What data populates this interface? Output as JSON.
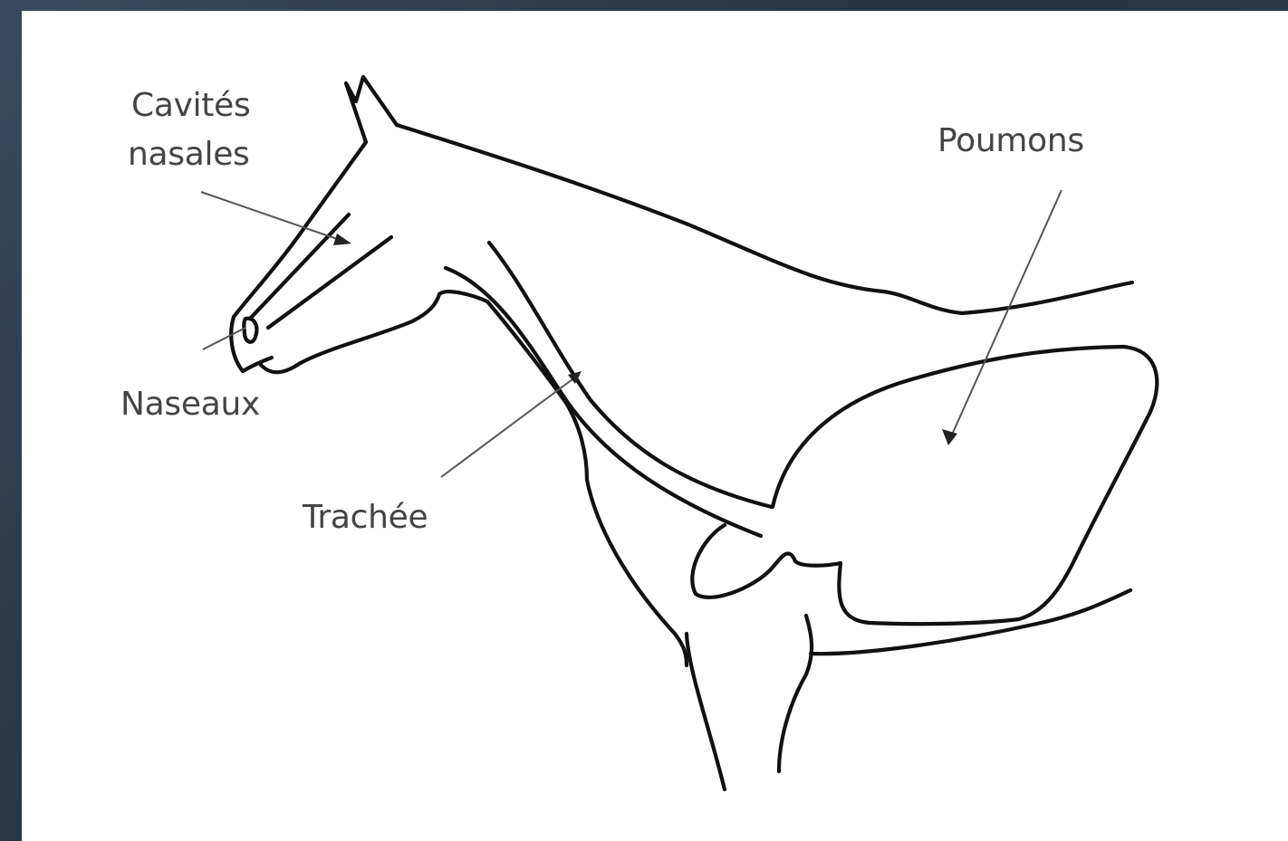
{
  "labels": {
    "nasal_cavities_line1": "Cavités",
    "nasal_cavities_line2": "nasales",
    "lungs": "Poumons",
    "nostrils": "Naseaux",
    "trachea": "Trachée"
  },
  "colors": {
    "background": "#2c3a4c",
    "panel": "#ffffff",
    "ink": "#111111",
    "label_text": "#444444"
  }
}
